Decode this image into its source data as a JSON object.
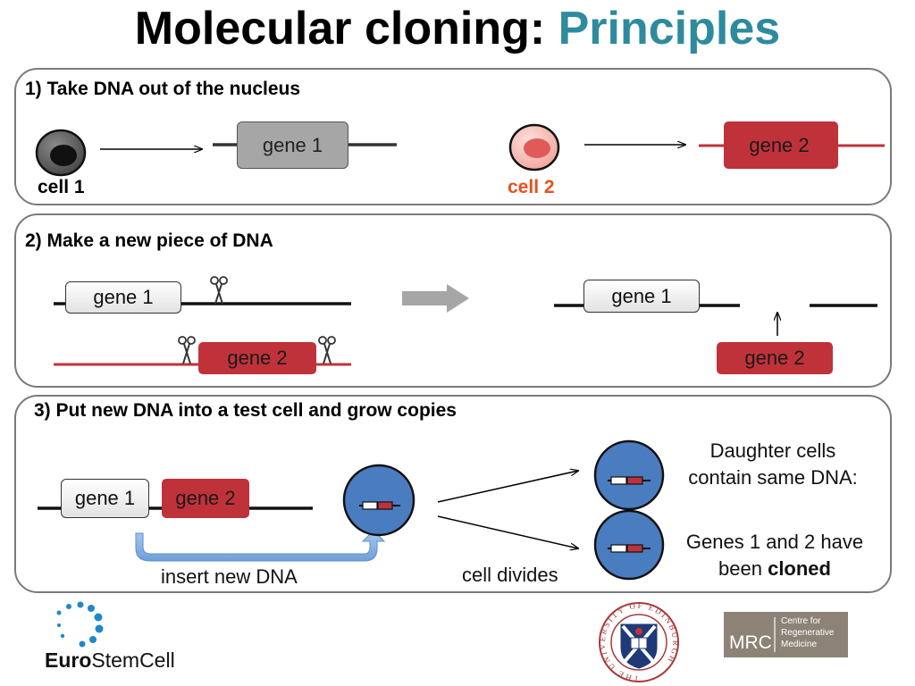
{
  "title": {
    "main": "Molecular cloning:",
    "accent": "Principles"
  },
  "step1": {
    "heading": "1) Take DNA out of the nucleus",
    "cell1_label": "cell 1",
    "cell2_label": "cell 2",
    "gene1": "gene 1",
    "gene2": "gene 2"
  },
  "step2": {
    "heading": "2) Make a new piece of DNA",
    "gene1": "gene 1",
    "gene2": "gene 2",
    "result_gene1": "gene 1",
    "result_gene2": "gene 2"
  },
  "step3": {
    "heading": "3) Put new DNA into a test cell and grow copies",
    "gene1": "gene 1",
    "gene2": "gene 2",
    "insert_label": "insert new DNA",
    "divide_label": "cell divides",
    "daughter_line1": "Daughter cells",
    "daughter_line2": "contain same DNA:",
    "cloned_line1": "Genes 1 and 2 have",
    "cloned_line2_prefix": "been ",
    "cloned_line2_bold": "cloned"
  },
  "logos": {
    "eurostemcell_bold": "Euro",
    "eurostemcell_regular": "StemCell",
    "university_text": "THE UNIVERSITY OF EDINBURGH",
    "mrc": "MRC",
    "mrc_line1": "Centre for",
    "mrc_line2": "Regenerative",
    "mrc_line3": "Medicine"
  },
  "colors": {
    "accent": "#2e8b9e",
    "gene2_red": "#c0323a",
    "cell2_label": "#e8501e",
    "cell_blue": "#4a7cc0"
  }
}
